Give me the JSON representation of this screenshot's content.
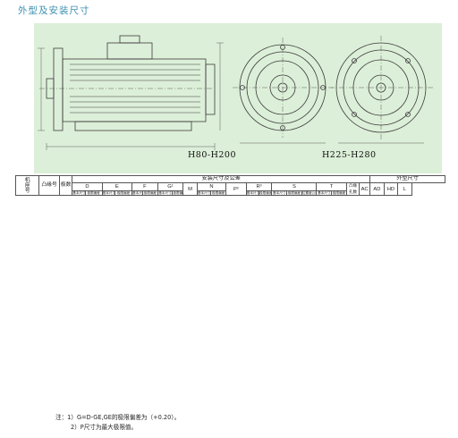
{
  "page": {
    "title": "外型及安装尺寸"
  },
  "drawing": {
    "caption_left": "H80-H200",
    "caption_right": "H225-H280"
  },
  "table": {
    "col_model": "机\n座\n号",
    "col_flange": "凸缘号",
    "col_poles": "极数",
    "group_install": "安装尺寸及公差",
    "group_outline": "外型尺寸",
    "dims": [
      "D",
      "E",
      "F",
      "G¹",
      "M",
      "N",
      "P²",
      "R³",
      "S",
      "T",
      "凸缘孔数",
      "AC",
      "AD",
      "HD",
      "L"
    ],
    "sub_basic": "基本尺寸",
    "sub_tol": "极限偏差",
    "sub_pos": "位置度公差"
  },
  "notes": [
    "注：1）G=D-GE,GE的极限偏差为（+0.20）。",
    "2）P尺寸为最大极限值。"
  ]
}
